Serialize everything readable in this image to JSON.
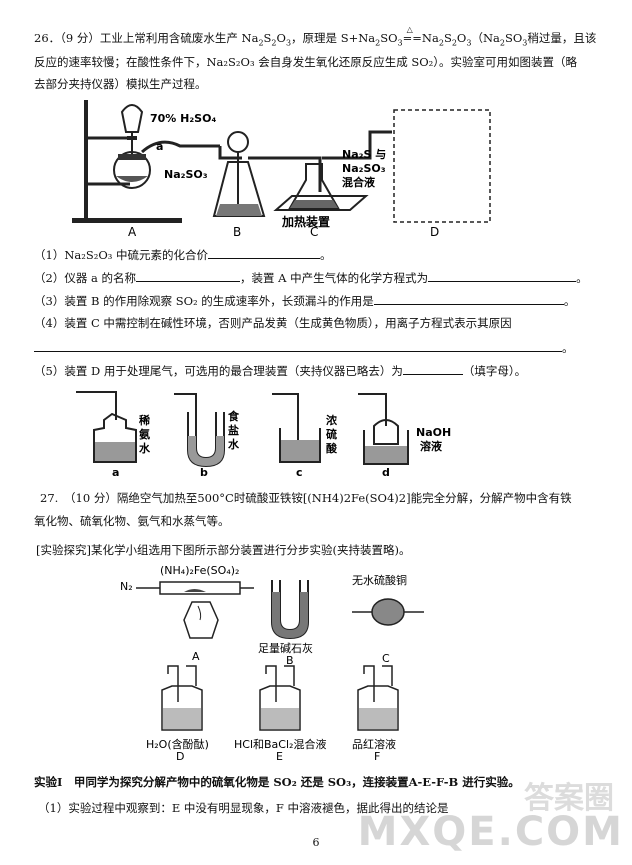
{
  "q26": {
    "line1_a": "26．（9 分）工业上常利用含硫废水生产 Na",
    "line1_b": "S",
    "line1_c": "O",
    "line1_d": "，原理是 S+Na",
    "line1_e": "SO",
    "line1_f": "==Na",
    "line1_g": "S",
    "line1_h": "O",
    "line1_i": "（Na",
    "line1_j": "SO",
    "line1_k": "稍过量，且该",
    "cond": "△",
    "line2": "反应的速率较慢；在酸性条件下，Na₂S₂O₃ 会自身发生氧化还原反应生成 SO₂）。实验室可用如图装置（略",
    "line3": "去部分夹持仪器）模拟生产过程。",
    "fig_labels": {
      "acid": "70% H₂SO₄",
      "a": "a",
      "na2so3": "Na₂SO₃",
      "mix1": "Na₂S 与",
      "mix2": "Na₂SO₃",
      "mix3": "混合液",
      "heat": "加热装置",
      "A": "A",
      "B": "B",
      "C": "C",
      "D": "D"
    },
    "q1": "（1）Na₂S₂O₃ 中硫元素的化合价",
    "q1_end": "。",
    "q2_a": "（2）仪器 a 的名称",
    "q2_b": "，装置 A 中产生气体的化学方程式为",
    "q2_end": "。",
    "q3_a": "（3）装置 B 的作用除观察 SO₂ 的生成速率外，长颈漏斗的作用是",
    "q3_end": "。",
    "q4": "（4）装置 C 中需控制在碱性环境，否则产品发黄（生成黄色物质），用离子方程式表示其原因",
    "q4_end": "。",
    "q5_a": "（5）装置 D 用于处理尾气，可选用的最合理装置（夹持仪器已略去）为",
    "q5_b": "（填字母）。",
    "fig2_labels": {
      "a1": "稀",
      "a2": "氨",
      "a3": "水",
      "b1": "食",
      "b2": "盐",
      "b3": "水",
      "c1": "浓",
      "c2": "硫",
      "c3": "酸",
      "d1": "NaOH",
      "d2": "溶液",
      "a": "a",
      "b": "b",
      "c": "c",
      "d": "d"
    }
  },
  "q27": {
    "line1": "27.　（10 分）隔绝空气加热至500°C时硫酸亚铁铵[(NH4)2Fe(SO4)2]能完全分解，分解产物中含有铁",
    "line2": "氧化物、硫氧化物、氨气和水蒸气等。",
    "line3": "[实验探究]某化学小组选用下图所示部分装置进行分步实验(夹持装置略)。",
    "fig_labels": {
      "n2": "N₂",
      "salt": "(NH₄)₂Fe(SO₄)₂",
      "b_label": "足量碱石灰",
      "c_label": "无水硫酸铜",
      "d_label": "H₂O(含酚酞)",
      "e_label": "HCl和BaCl₂混合液",
      "f_label": "品红溶液",
      "A": "A",
      "B": "B",
      "C": "C",
      "D": "D",
      "E": "E",
      "F": "F"
    },
    "exp1": "实验I　甲同学为探究分解产物中的硫氧化物是 SO₂ 还是 SO₃，连接装置A-E-F-B 进行实验。",
    "exp1_q1": "（1）实验过程中观察到：E 中没有明显现象，F 中溶液褪色，据此得出的结论是"
  },
  "page_number": "6",
  "watermark": "MXQE.COM",
  "watermark2": "答案圈"
}
